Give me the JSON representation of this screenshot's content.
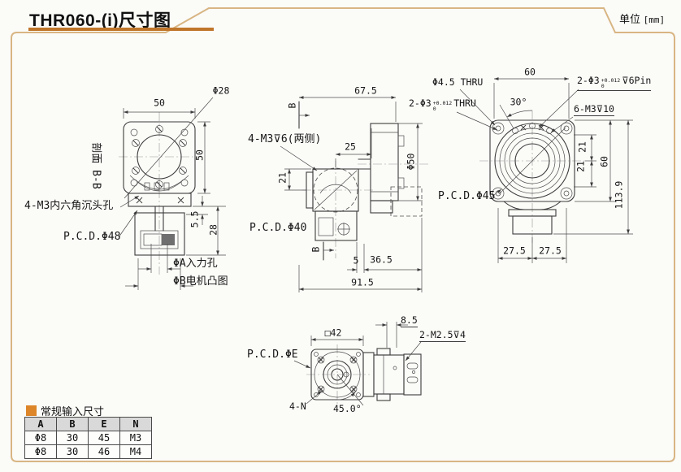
{
  "header": {
    "title": "THR060-(i)尺寸图",
    "unit_prefix": "单位",
    "unit_value": "[mm]"
  },
  "colors": {
    "accent_orange": "#dd8629",
    "title_underline": "#c0762a",
    "frame_tan": "#d8b583"
  },
  "views": {
    "front": {
      "section_label": "剖面 B-B",
      "dim_width": "50",
      "dim_height": "50",
      "dim_bore": "Φ28",
      "counterbore_label": "4-M3内六角沉头孔",
      "pcd_label": "P.C.D.Φ48",
      "dim_flange": "5.5",
      "dim_motor": "28",
      "input_hole_label": "ΦA入力孔",
      "motor_boss_label": "ΦB电机凸图"
    },
    "side": {
      "dim_total_top": "67.5",
      "section_mark_top": "B",
      "tap_label": "4-M3⊽6(两侧)",
      "dim_25": "25",
      "dim_21": "21",
      "pcd_label": "P.C.D.Φ40",
      "section_mark_bottom": "B",
      "dim_phi50": "Φ50",
      "dim_5": "5",
      "dim_36_5": "36.5",
      "dim_total_bottom": "91.5"
    },
    "rear": {
      "thru_label": "Φ4.5 THRU",
      "pin_thru_prefix": "2-Φ3",
      "pin_thru_sup": "+0.012",
      "pin_thru_sub": "0",
      "pin_thru_suffix": "THRU",
      "dim_60_top": "60",
      "angle_30": "30°",
      "pin_label_prefix": "2-Φ3",
      "pin_label_sup": "+0.012",
      "pin_label_sub": "0",
      "pin_label_suffix": "⊽6Pin",
      "tap_label": "6-M3⊽10",
      "dim_21_upper": "21",
      "dim_21_lower": "21",
      "dim_60_right": "60",
      "dim_total_height": "113.9",
      "pcd_label": "P.C.D.Φ45",
      "dim_27_5_left": "27.5",
      "dim_27_5_right": "27.5"
    },
    "bottom": {
      "dim_8_5": "8.5",
      "dim_square": "□42",
      "tap_label": "2-M2.5⊽4",
      "pcd_label": "P.C.D.ΦE",
      "screw_label": "4-N",
      "angle_45": "45.0°"
    }
  },
  "table": {
    "legend": "常规输入尺寸",
    "headers": [
      "A",
      "B",
      "E",
      "N"
    ],
    "rows": [
      [
        "Φ8",
        "30",
        "45",
        "M3"
      ],
      [
        "Φ8",
        "30",
        "46",
        "M4"
      ]
    ]
  }
}
